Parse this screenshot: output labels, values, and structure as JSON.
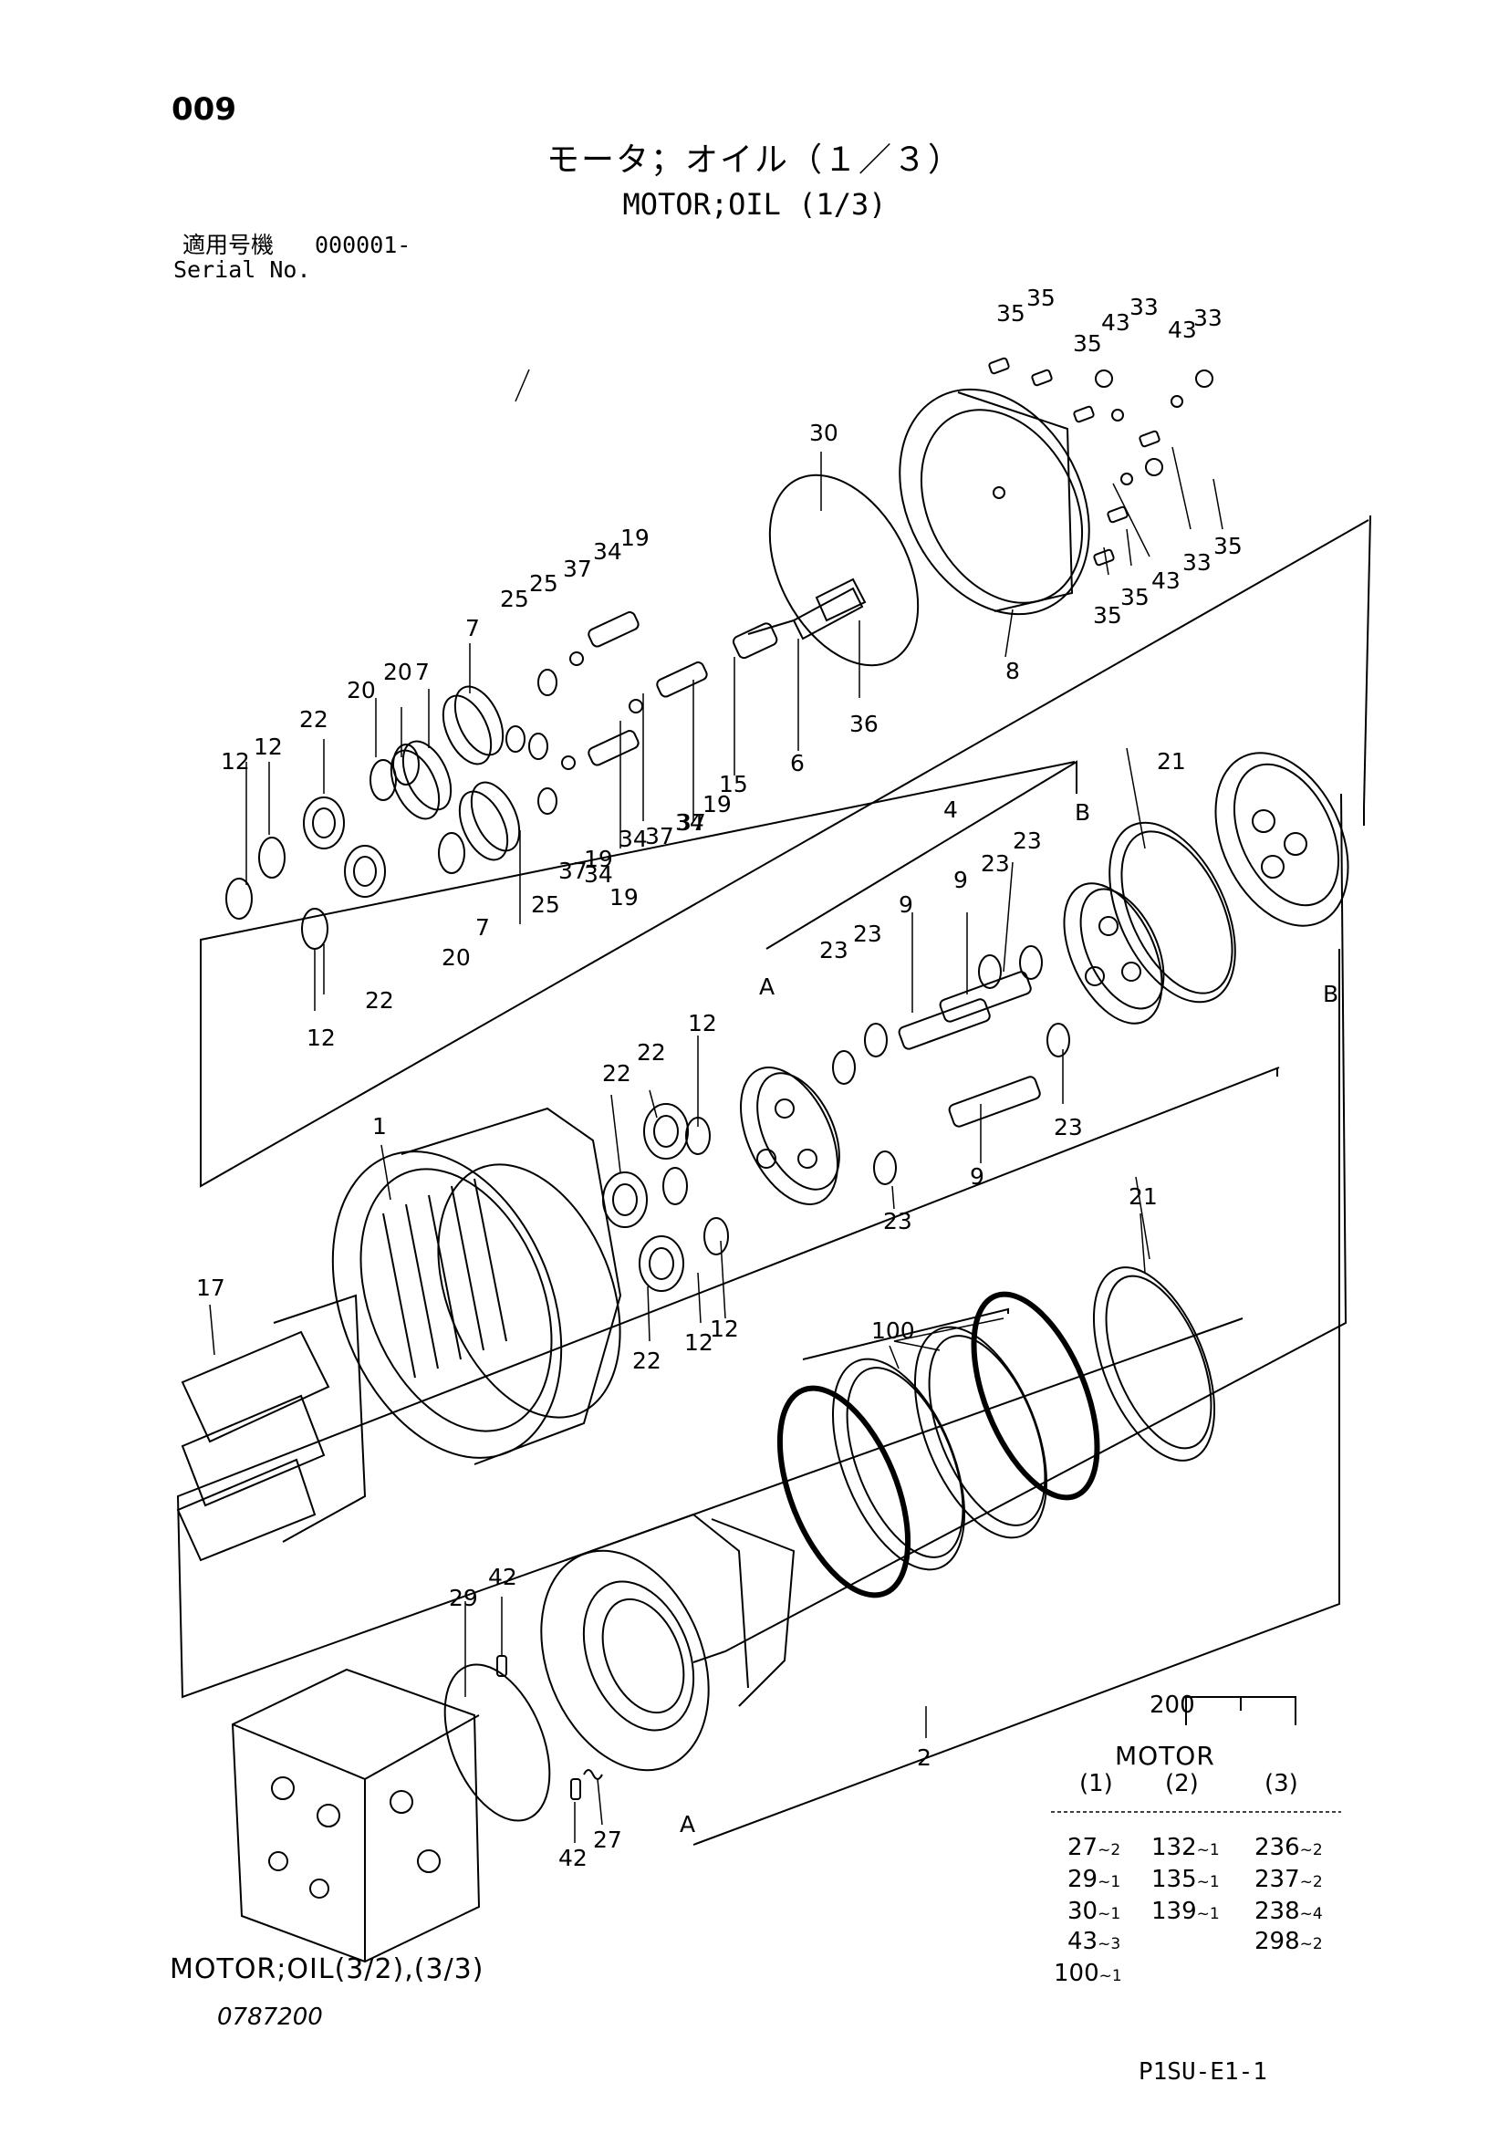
{
  "page": {
    "number": "009",
    "title_jp": "モータ；オイル（１／３）",
    "title_en": "MOTOR;OIL (1/3)",
    "serial_label_jp": "適用号機",
    "serial_value": "000001-",
    "serial_label_en": "Serial No.",
    "reference_note": "MOTOR;OIL(3/2),(3/3)",
    "drawing_number": "0787200",
    "footer_code": "P1SU-E1-1"
  },
  "callouts": {
    "c1": "1",
    "c2": "2",
    "c4": "4",
    "c6": "6",
    "c7": "7",
    "c8": "8",
    "c9": "9",
    "c12": "12",
    "c15": "15",
    "c17": "17",
    "c19": "19",
    "c20": "20",
    "c21": "21",
    "c22": "22",
    "c23": "23",
    "c25": "25",
    "c27": "27",
    "c29": "29",
    "c30": "30",
    "c33": "33",
    "c34": "34",
    "c35": "35",
    "c36": "36",
    "c37": "37",
    "c42": "42",
    "c43": "43",
    "c100": "100",
    "cA": "A",
    "cB": "B"
  },
  "motor_table": {
    "group_number": "200",
    "title": "MOTOR",
    "columns": [
      "(1)",
      "(2)",
      "(3)"
    ],
    "col1": [
      {
        "part": "27",
        "qty": "~2"
      },
      {
        "part": "29",
        "qty": "~1"
      },
      {
        "part": "30",
        "qty": "~1"
      },
      {
        "part": "43",
        "qty": "~3"
      },
      {
        "part": "100",
        "qty": "~1"
      }
    ],
    "col2": [
      {
        "part": "132",
        "qty": "~1"
      },
      {
        "part": "135",
        "qty": "~1"
      },
      {
        "part": "139",
        "qty": "~1"
      }
    ],
    "col3": [
      {
        "part": "236",
        "qty": "~2"
      },
      {
        "part": "237",
        "qty": "~2"
      },
      {
        "part": "238",
        "qty": "~4"
      },
      {
        "part": "298",
        "qty": "~2"
      }
    ]
  }
}
